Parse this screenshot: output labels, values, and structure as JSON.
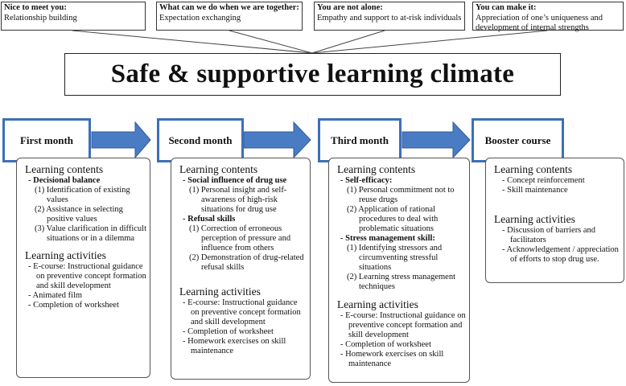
{
  "top_boxes": [
    {
      "title": "Nice to meet you:",
      "text": "Relationship building"
    },
    {
      "title": "What can we do when we are together:",
      "text": "Expectation exchanging"
    },
    {
      "title": "You are not alone:",
      "text": "Empathy and support to at-risk individuals"
    },
    {
      "title": "You can make it:",
      "text": "Appreciation of one’s uniqueness and development of internal strengths"
    }
  ],
  "main_title": "Safe & supportive learning climate",
  "phases": [
    {
      "name": "First month",
      "contents_heading": "Learning contents",
      "contents": [
        {
          "head": "Decisional balance",
          "items": [
            "(1) Identification of existing values",
            "(2) Assistance in selecting positive values",
            "(3) Value clarification in difficult situations or in a dilemma"
          ]
        }
      ],
      "activities_heading": "Learning activities",
      "activities": [
        "E-course: Instructional guidance on preventive concept formation and skill development",
        "Animated film",
        "Completion of worksheet"
      ]
    },
    {
      "name": "Second month",
      "contents_heading": "Learning contents",
      "contents": [
        {
          "head": "Social influence of drug use",
          "items": [
            "(1) Personal insight and self-awareness of high-risk situations for drug use"
          ]
        },
        {
          "head": "Refusal skills",
          "items": [
            "(1) Correction of erroneous perception of pressure and influence from others",
            "(2) Demonstration of drug-related refusal skills"
          ]
        }
      ],
      "activities_heading": "Learning activities",
      "activities": [
        "E-course: Instructional guidance on preventive concept formation and skill development",
        "Completion of worksheet",
        "Homework exercises on skill maintenance"
      ]
    },
    {
      "name": "Third month",
      "contents_heading": "Learning contents",
      "contents": [
        {
          "head": "Self-efficacy:",
          "items": [
            "(1) Personal commitment not to reuse drugs",
            "(2) Application of rational procedures to deal with problematic situations"
          ]
        },
        {
          "head": "Stress management skill:",
          "items": [
            "(1) Identifying stressors and circumventing stressful situations",
            "(2) Learning stress management techniques"
          ]
        }
      ],
      "activities_heading": "Learning activities",
      "activities": [
        "E-course: Instructional guidance on preventive concept formation and skill development",
        "Completion of worksheet",
        "Homework exercises on skill maintenance"
      ]
    },
    {
      "name": "Booster course",
      "contents_heading": "Learning contents",
      "contents_plain": [
        "Concept reinforcement",
        "Skill maintenance"
      ],
      "activities_heading": "Learning activities",
      "activities": [
        "Discussion of barriers and facilitators",
        "Acknowledgement / appreciation of efforts to stop drug use."
      ]
    }
  ],
  "colors": {
    "phase_border": "#3d6fb8",
    "arrow_fill": "#4a7cc4",
    "arrow_stroke": "#2f5a9a"
  }
}
